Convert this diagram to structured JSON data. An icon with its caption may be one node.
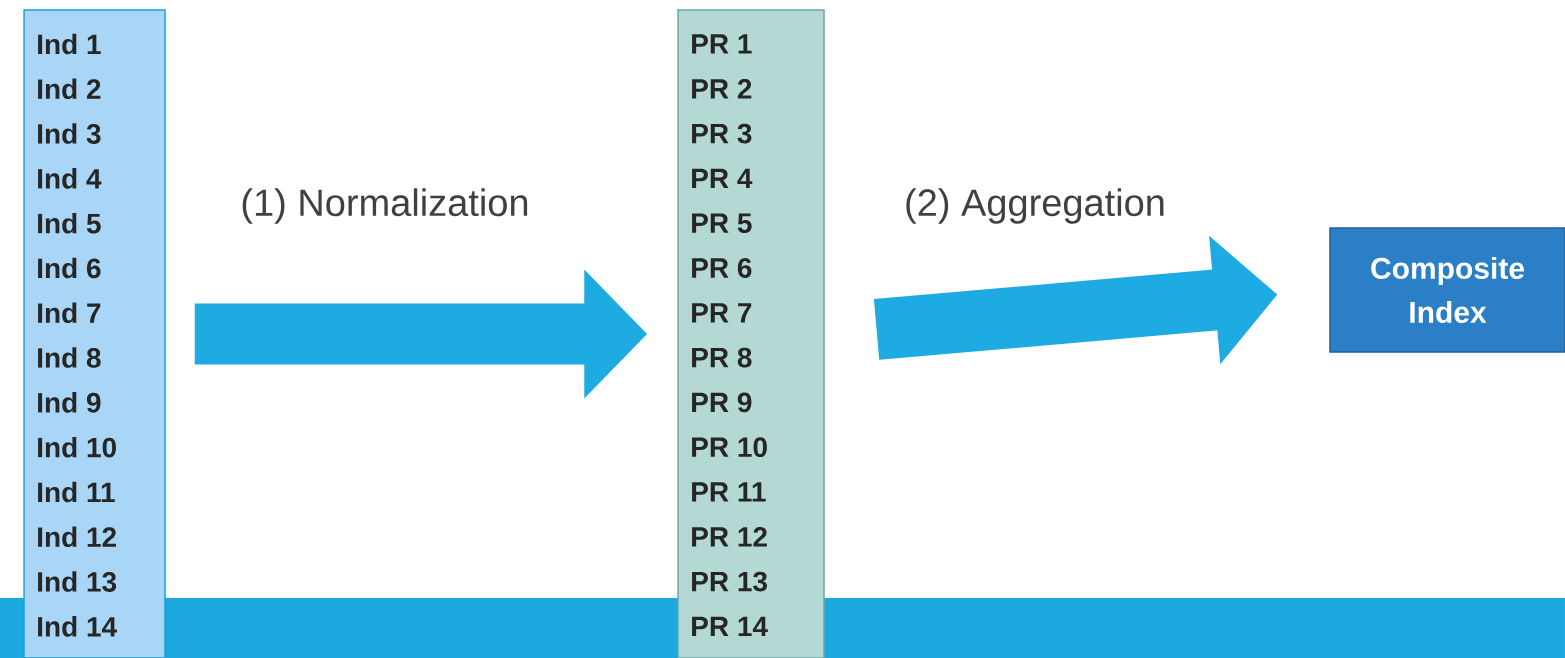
{
  "diagram": {
    "nodes": [
      {
        "text": [
          "Ind 1",
          "Ind 2",
          "Ind 3",
          "Ind 4",
          "Ind 5",
          "Ind 6",
          "Ind 7",
          "Ind 8",
          "Ind 9",
          "Ind 10",
          "Ind 11",
          "Ind 12",
          "Ind 13",
          "Ind 14"
        ]
      },
      {
        "text": [
          "PR 1",
          "PR 2",
          "PR 3",
          "PR 4",
          "PR 5",
          "PR 6",
          "PR 7",
          "PR 8",
          "PR 9",
          "PR 10",
          "PR 11",
          "PR 12",
          "PR 13",
          "PR 14"
        ]
      },
      {
        "text": [
          "Composite Index"
        ]
      }
    ],
    "edges": [
      {
        "from": 0,
        "to": 1,
        "arrow": "to",
        "label": "(1) Normalization"
      },
      {
        "from": 1,
        "to": 2,
        "arrow": "to",
        "label": "(2) Aggregation"
      }
    ]
  }
}
